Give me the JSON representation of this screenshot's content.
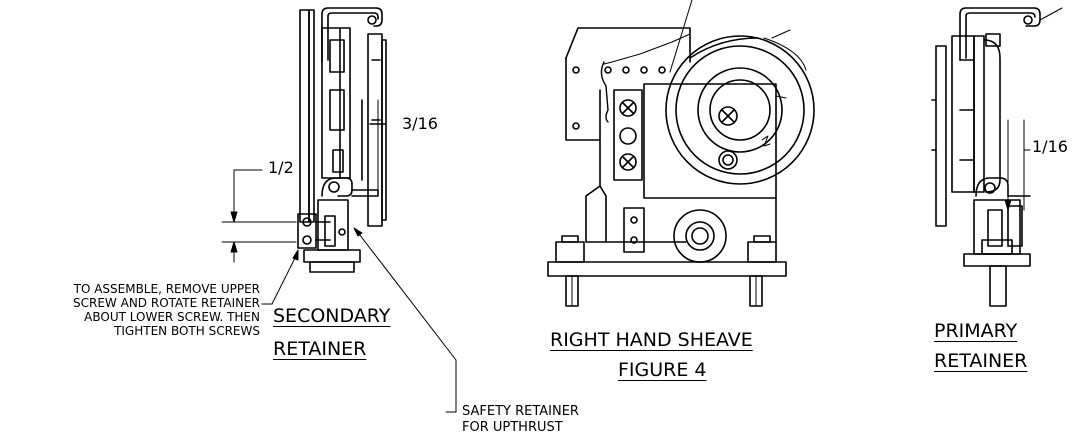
{
  "dimensions": {
    "secondary_gap": "3/16",
    "secondary_offset": "1/2",
    "primary_gap": "1/16"
  },
  "notes": {
    "assemble_instructions": [
      "TO ASSEMBLE, REMOVE UPPER",
      "SCREW AND ROTATE RETAINER",
      "ABOUT LOWER SCREW. THEN",
      "TIGHTEN BOTH SCREWS"
    ],
    "safety_retainer": [
      "SAFETY RETAINER",
      "FOR UPTHRUST"
    ]
  },
  "views": {
    "secondary": {
      "title_line1": "SECONDARY",
      "title_line2": "RETAINER"
    },
    "center": {
      "title_line1": "RIGHT HAND SHEAVE",
      "title_line2": "FIGURE 4"
    },
    "primary": {
      "title_line1": "PRIMARY",
      "title_line2": "RETAINER"
    }
  }
}
